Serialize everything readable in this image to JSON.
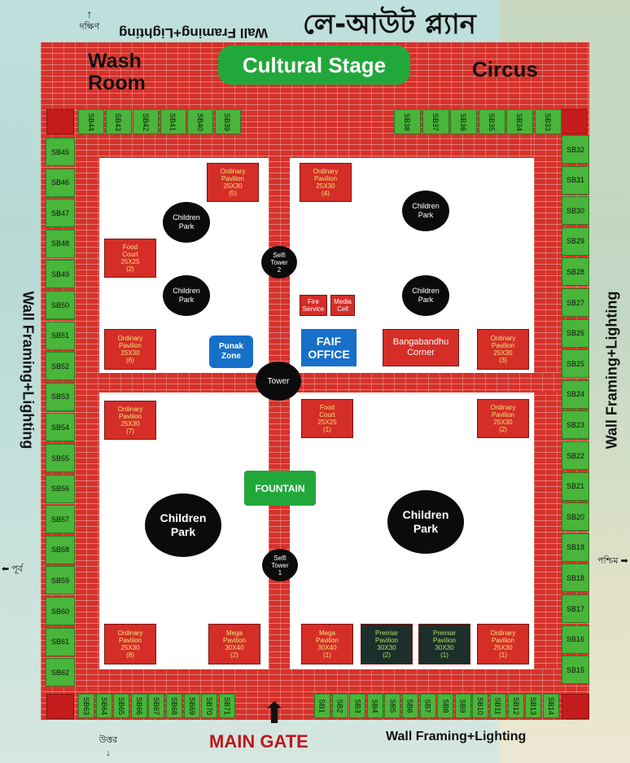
{
  "header": {
    "title": "লে-আউট প্ল্যান",
    "wall_top": "Wall Framing+Lighting",
    "dir_top": "দক্ষিণ"
  },
  "labels": {
    "stage": "Cultural Stage",
    "washroom": "Wash Room",
    "circus": "Circus",
    "fountain": "FOUNTAIN",
    "tower": "Tower",
    "main_gate": "MAIN GATE",
    "wall_bottom": "Wall Framing+Lighting",
    "wall_left": "Wall Framing+Lighting",
    "wall_right": "Wall Framing+Lighting",
    "dir_left": "পূর্ব",
    "dir_right": "পশ্চিম",
    "dir_bottom": "উত্তর"
  },
  "stalls_top_left": [
    "SB44",
    "SB43",
    "SB42",
    "SB41",
    "SB40",
    "SB39"
  ],
  "stalls_top_right": [
    "SB38",
    "SB37",
    "SB36",
    "SB35",
    "SB34",
    "SB33"
  ],
  "stalls_left": [
    "SB45",
    "SB46",
    "SB47",
    "SB48",
    "SB49",
    "SB50",
    "SB51",
    "SB52",
    "SB53",
    "SB54",
    "SB55",
    "SB56",
    "SB57",
    "SB58",
    "SB59",
    "SB60",
    "SB61",
    "SB62"
  ],
  "stalls_right": [
    "SB32",
    "SB31",
    "SB30",
    "SB29",
    "SB28",
    "SB27",
    "SB26",
    "SB25",
    "SB24",
    "SB23",
    "SB22",
    "SB21",
    "SB20",
    "SB19",
    "SB18",
    "SB17",
    "SB16",
    "SB15"
  ],
  "stalls_bottom_left": [
    "SB63",
    "SB64",
    "SB65",
    "SB66",
    "SB67",
    "SB68",
    "SB69",
    "SB70",
    "SB71"
  ],
  "stalls_bottom_right": [
    "SB1",
    "SB2",
    "SB3",
    "SB4",
    "SB5",
    "SB6",
    "SB7",
    "SB8",
    "SB9",
    "SB10",
    "SB11",
    "SB12",
    "SB13",
    "SB14"
  ],
  "pavilions": {
    "op5": [
      "Ordinary",
      "Pavilion",
      "25X30",
      "(5)"
    ],
    "op4": [
      "Ordinary",
      "Pavilion",
      "25X30",
      "(4)"
    ],
    "op6": [
      "Ordinary",
      "Pavilion",
      "25X30",
      "(6)"
    ],
    "op3": [
      "Ordinary",
      "Pavilion",
      "25X30",
      "(3)"
    ],
    "op7": [
      "Ordinary",
      "Pavilion",
      "25X30",
      "(7)"
    ],
    "op2": [
      "Ordinary",
      "Pavilion",
      "25X30",
      "(2)"
    ],
    "op8": [
      "Ordinary",
      "Pavilion",
      "25X30",
      "(8)"
    ],
    "op1": [
      "Ordinary",
      "Pavilion",
      "25X30",
      "(1)"
    ],
    "mp2": [
      "Mega",
      "Pavilion",
      "30X40",
      "(2)"
    ],
    "mp1": [
      "Mega",
      "Pavilion",
      "30X40",
      "(1)"
    ],
    "pp2": [
      "Premiar",
      "Pavilion",
      "30X30",
      "(2)"
    ],
    "pp1": [
      "Premiar",
      "Pavilion",
      "30X30",
      "(1)"
    ],
    "fc2": [
      "Food",
      "Court",
      "25X25",
      "(2)"
    ],
    "fc1": [
      "Food",
      "Court",
      "25X25",
      "(1)"
    ]
  },
  "misc": {
    "fire": [
      "Fire",
      "Service"
    ],
    "media": [
      "Media",
      "Cell"
    ],
    "bangabandhu": [
      "Bangabandhu",
      "Corner"
    ],
    "punak": [
      "Punak",
      "Zone"
    ],
    "faif": [
      "FAIF",
      "OFFICE"
    ],
    "selfi2": [
      "Selfi",
      "Tower",
      "2"
    ],
    "selfi1": [
      "Selfi",
      "Tower",
      "1"
    ],
    "park_small": [
      "Children",
      "Park"
    ],
    "park_big": [
      "Children",
      "Park"
    ]
  }
}
